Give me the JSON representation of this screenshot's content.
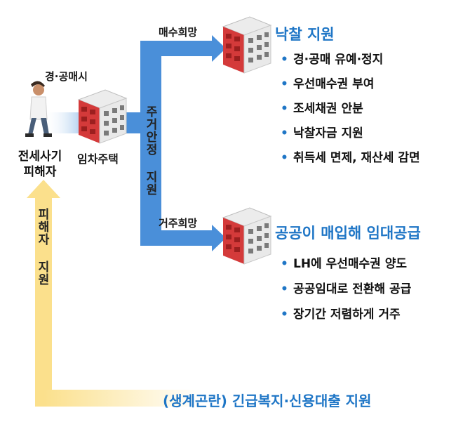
{
  "labels": {
    "auction_time": "경·공매시",
    "victim_line1": "전세사기",
    "victim_line2": "피해자",
    "rented_house": "임차주택",
    "purchase_wish": "매수희망",
    "residence_wish": "거주희망",
    "housing_support": "주거안정 지원",
    "victim_support": "피해자 지원"
  },
  "sections": {
    "bid": {
      "title": "낙찰 지원",
      "items": [
        "경·공매 유예·정지",
        "우선매수권 부여",
        "조세채권 안분",
        "낙찰자금 지원",
        "취득세 면제, 재산세 감면"
      ]
    },
    "public": {
      "title": "공공이 매입해 임대공급",
      "items": [
        "LH에 우선매수권 양도",
        "공공임대로 전환해 공급",
        "장기간 저렴하게 거주"
      ]
    }
  },
  "bottom_text": "(생계곤란) 긴급복지·신용대출 지원",
  "colors": {
    "blue_arrow": "#4a8fd9",
    "yellow_arrow": "#fbe08c",
    "heading_blue": "#1f76c6",
    "building_red": "#d43a3a"
  }
}
